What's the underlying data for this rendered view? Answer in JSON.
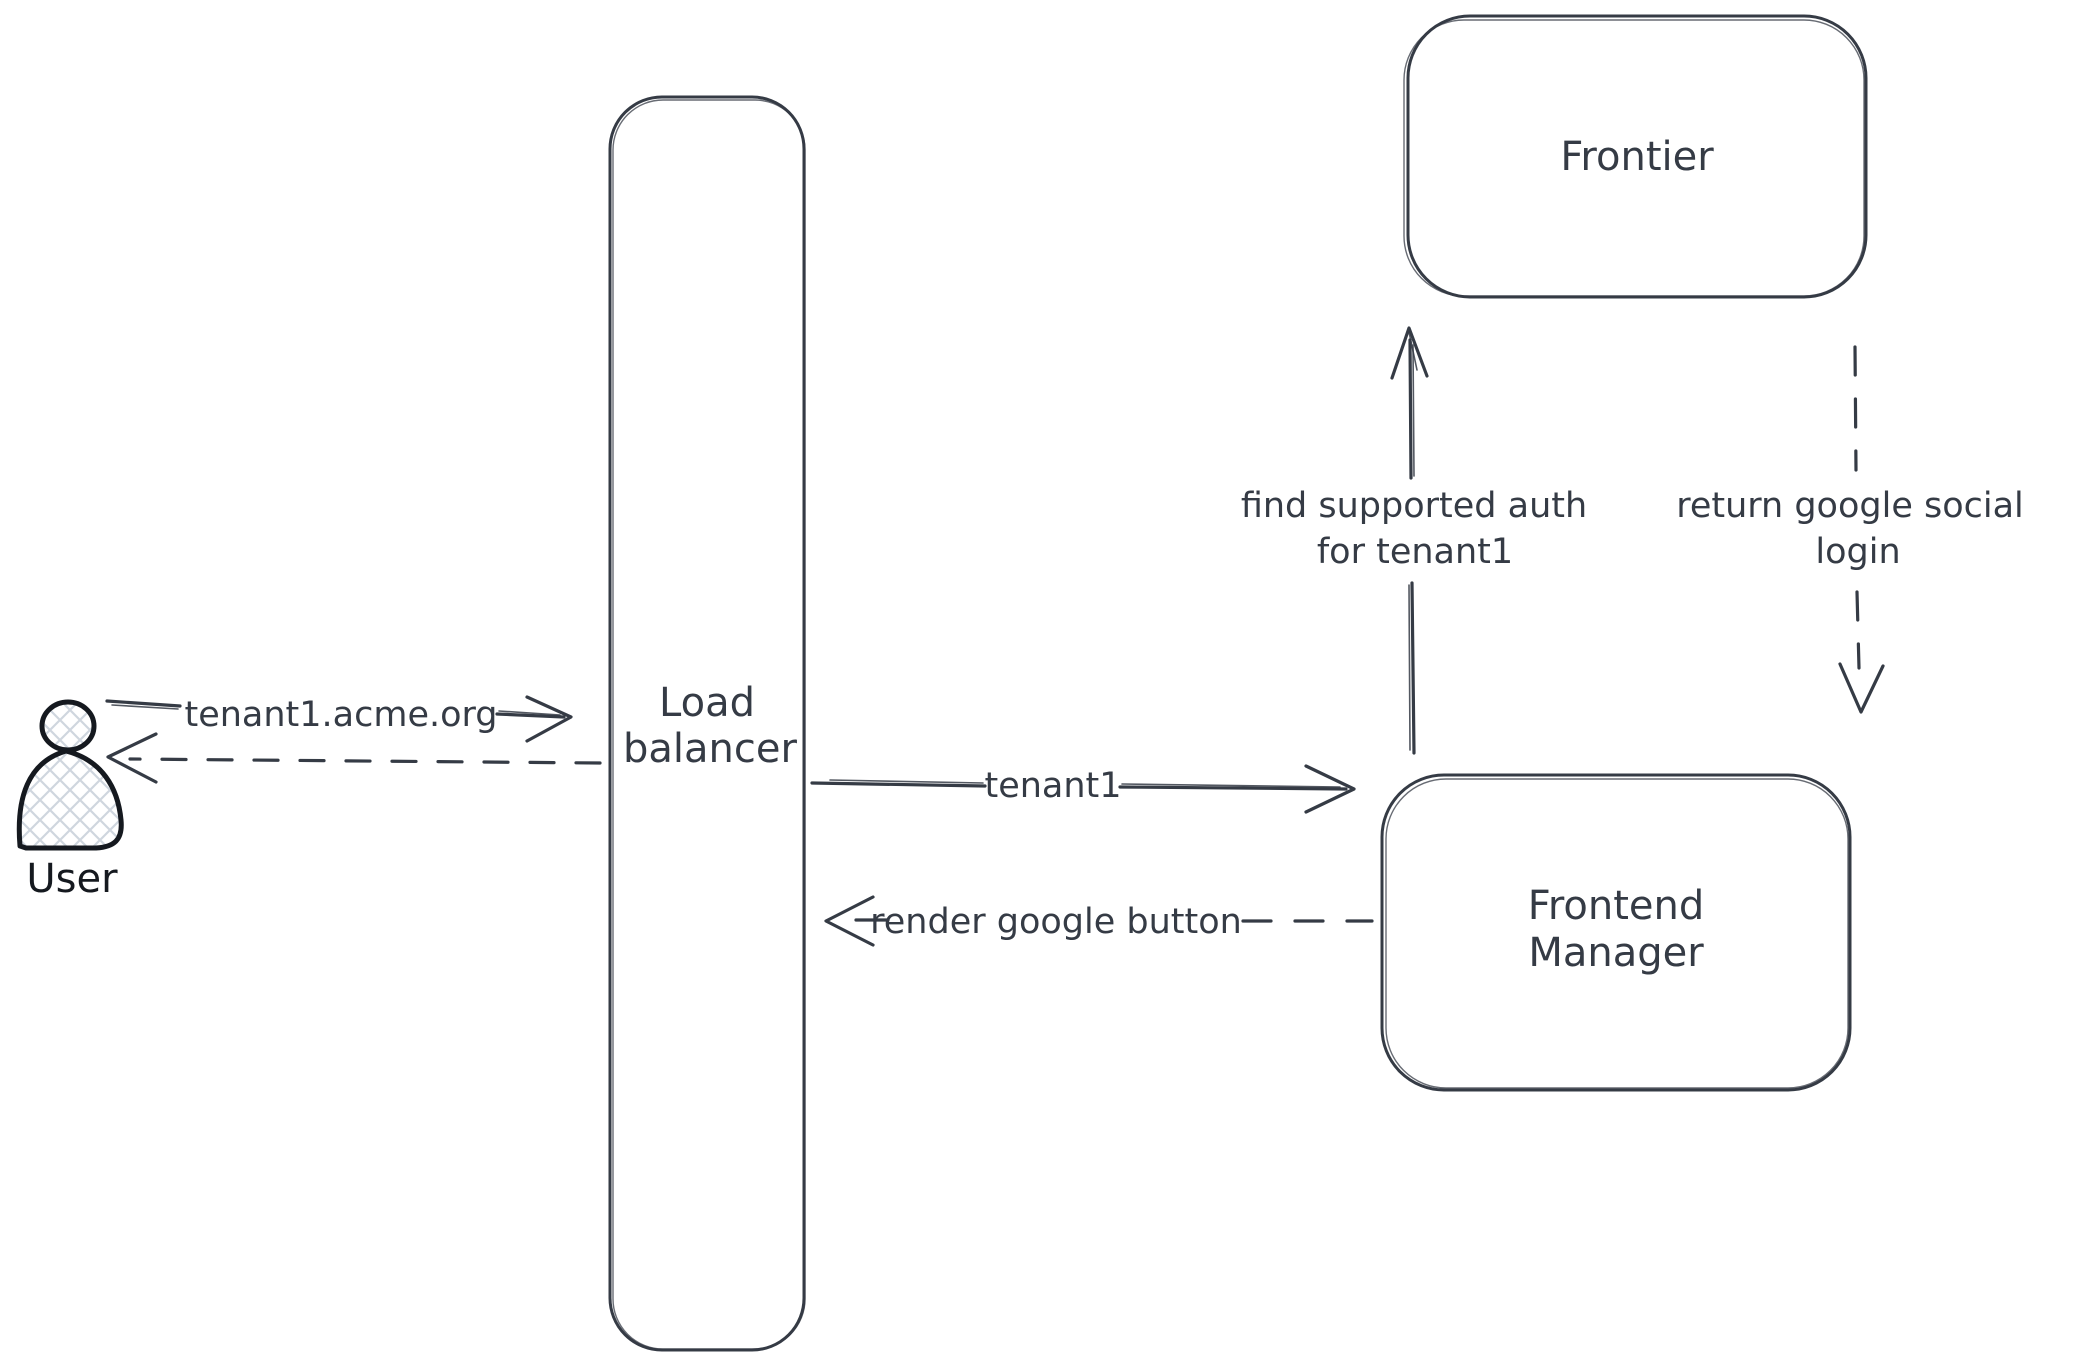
{
  "canvas": {
    "background": "#ffffff",
    "stroke_color": "#353b45",
    "actor_stroke_color": "#15191f",
    "hatch_fill_color": "#cfd6de"
  },
  "nodes": {
    "user": {
      "label": "User"
    },
    "load_balancer": {
      "label_line1": "Load",
      "label_line2": "balancer"
    },
    "frontier": {
      "label": "Frontier"
    },
    "frontend_manager": {
      "label_line1": "Frontend",
      "label_line2": "Manager"
    }
  },
  "edges": {
    "user_to_load_balancer": {
      "label": "tenant1.acme.org",
      "style": "solid",
      "direction": "right"
    },
    "load_balancer_to_user": {
      "style": "dashed",
      "direction": "left"
    },
    "load_balancer_to_frontend_manager": {
      "label": "tenant1",
      "style": "solid",
      "direction": "right"
    },
    "frontend_manager_to_load_balancer": {
      "label": "render google button",
      "style": "dashed",
      "direction": "left"
    },
    "frontend_manager_to_frontier": {
      "label_line1": "find supported auth",
      "label_line2": "for tenant1",
      "style": "solid",
      "direction": "up"
    },
    "frontier_to_frontend_manager": {
      "label_line1": "return google social",
      "label_line2": "login",
      "style": "dashed",
      "direction": "down"
    }
  }
}
